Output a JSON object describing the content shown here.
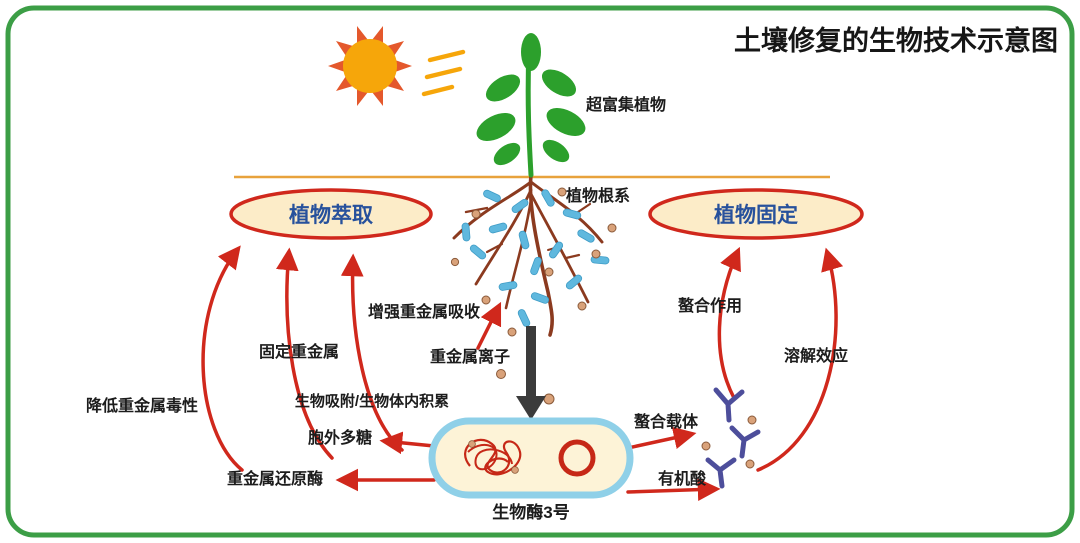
{
  "title": "土壤修复的生物技术示意图",
  "plant": {
    "label": "超富集植物",
    "roots_label": "植物根系"
  },
  "ellipses": {
    "left": "植物萃取",
    "right": "植物固定"
  },
  "labels": {
    "enhance_absorption": "增强重金属吸收",
    "heavy_metal_ions": "重金属离子",
    "fix_heavy_metals": "固定重金属",
    "biosorption": "生物吸附/生物体内积累",
    "reduce_toxicity": "降低重金属毒性",
    "exopolysaccharide": "胞外多糖",
    "metal_reductase": "重金属还原酶",
    "chelation": "螯合作用",
    "dissolution": "溶解效应",
    "chelating_carrier": "螯合载体",
    "organic_acid": "有机酸"
  },
  "microbe": {
    "label": "生物酶3号"
  },
  "colors": {
    "frame_green": "#3c9e46",
    "arrow_red": "#d0281c",
    "ellipse_fill": "#fcecc8",
    "ellipse_text_blue": "#27519c",
    "sun_core": "#f6a60a",
    "sun_rays": "#e4582c",
    "leaf_green": "#2ca02c",
    "root_brown": "#8b3a1f",
    "bacteria_blue": "#5fb8de",
    "cell_border_blue": "#8fd0e8",
    "cell_fill": "#fdf3d7",
    "ion_arrow_dark": "#3b3b3b",
    "chelator_purple": "#4d4e9b",
    "soil_line_orange": "#e8a23c",
    "dot_tan": "#d9a27a"
  }
}
